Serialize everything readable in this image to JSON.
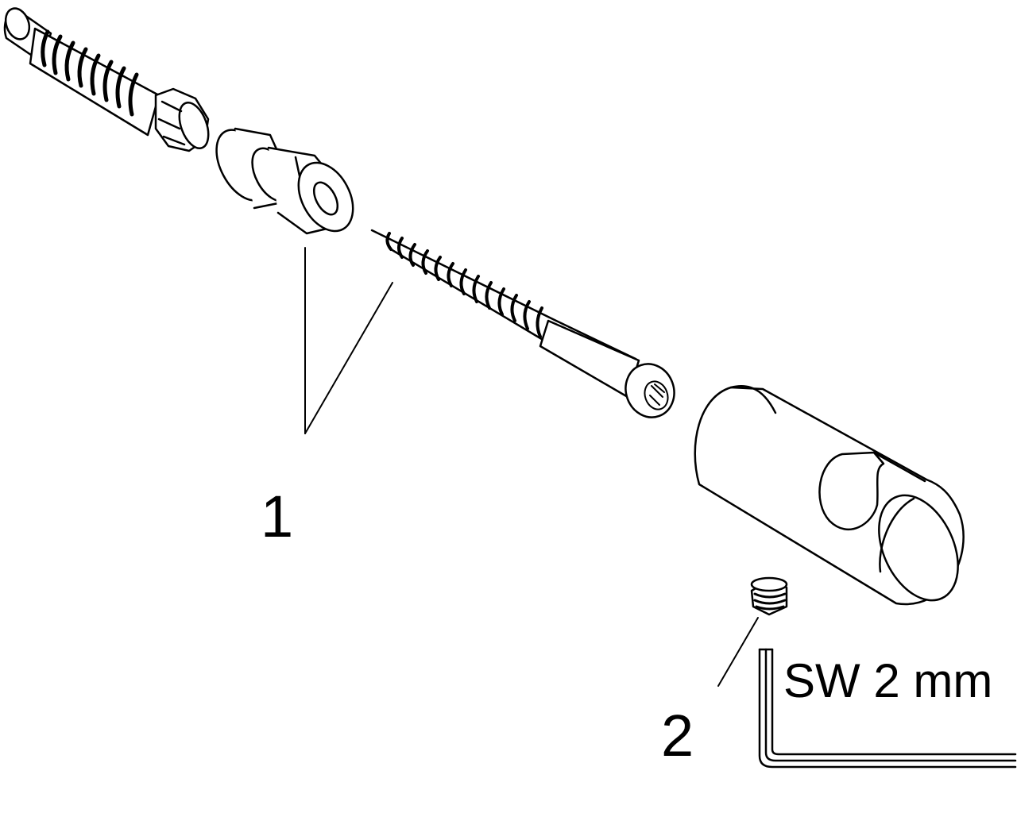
{
  "diagram": {
    "callouts": [
      {
        "id": "1",
        "label": "1"
      },
      {
        "id": "2",
        "label": "2"
      }
    ],
    "tool_label": "SW 2 mm"
  }
}
